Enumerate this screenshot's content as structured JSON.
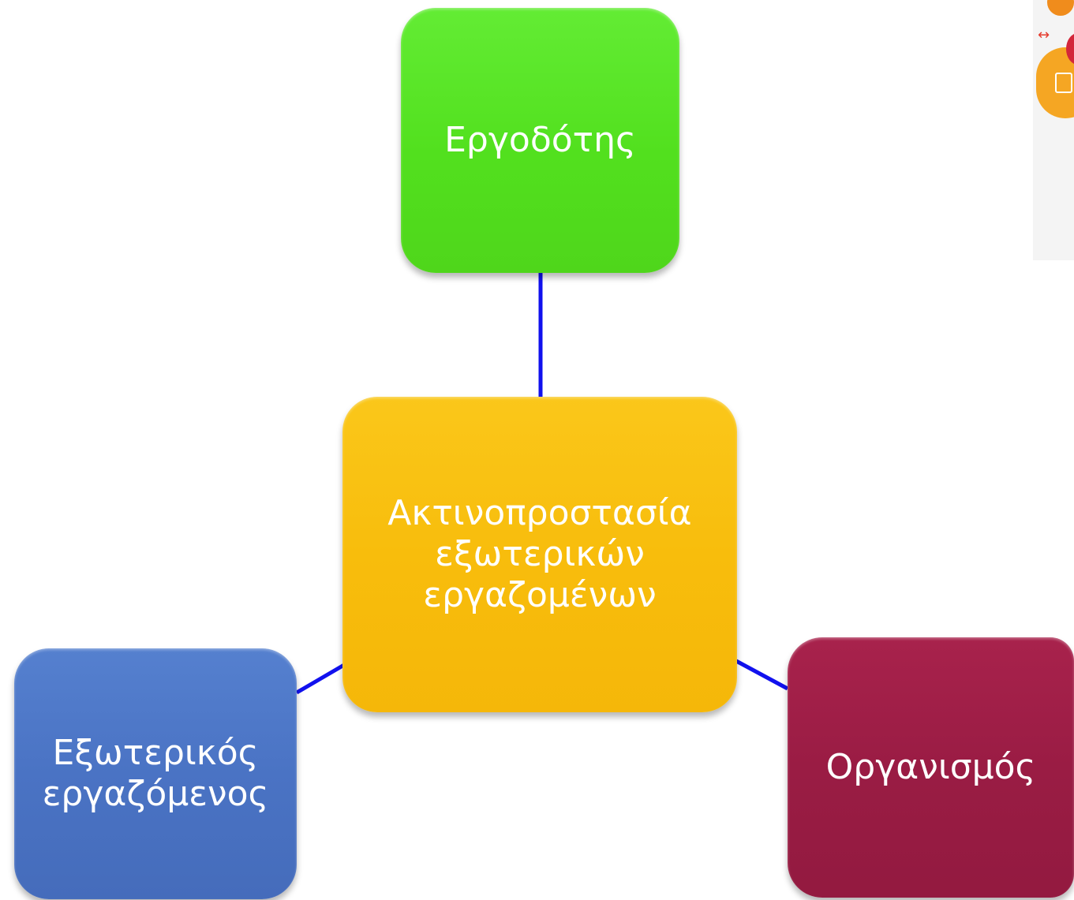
{
  "diagram": {
    "nodes": {
      "top": {
        "label_lines": [
          "Εργοδότης"
        ],
        "color": "#52e01e"
      },
      "center": {
        "label_lines": [
          "Ακτινοπροστασία",
          "εξωτερικών",
          "εργαζομένων"
        ],
        "color": "#f8bd0c"
      },
      "left": {
        "label_lines": [
          "Εξωτερικός",
          "εργαζόμενος"
        ],
        "color": "#4a73c4"
      },
      "right": {
        "label_lines": [
          "Οργανισμός"
        ],
        "color": "#9a1c44"
      }
    },
    "connector_color": "#1111ee",
    "logo": {
      "icon": "document-bubble-icon"
    }
  }
}
